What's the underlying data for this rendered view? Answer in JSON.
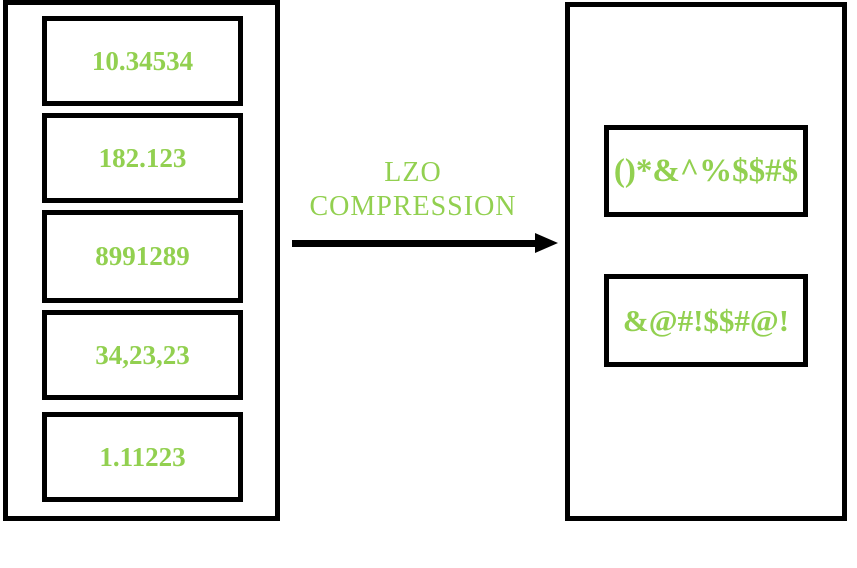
{
  "colors": {
    "accent": "#92D050",
    "line": "#000000",
    "background": "#FFFFFF"
  },
  "source_panel": {
    "items": [
      "10.34534",
      "182.123",
      "8991289",
      "34,23,23",
      "1.11223"
    ]
  },
  "process": {
    "label_line1": "LZO",
    "label_line2": "COMPRESSION"
  },
  "output_panel": {
    "items": [
      "()*&^%$$#$",
      "&@#!$$#@!"
    ]
  }
}
